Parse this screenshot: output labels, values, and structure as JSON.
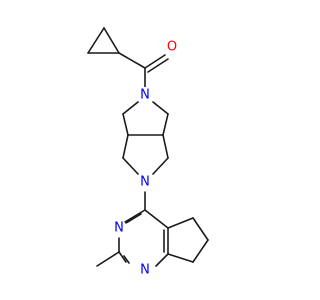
{
  "molecule": {
    "atoms": [
      {
        "id": "o1",
        "symbol": "O",
        "color": "#ff0000"
      },
      {
        "id": "n1",
        "symbol": "N",
        "color": "#0000ff"
      },
      {
        "id": "n2",
        "symbol": "N",
        "color": "#0000ff"
      },
      {
        "id": "n3",
        "symbol": "N",
        "color": "#0000ff"
      },
      {
        "id": "n4",
        "symbol": "N",
        "color": "#0000ff"
      }
    ]
  }
}
